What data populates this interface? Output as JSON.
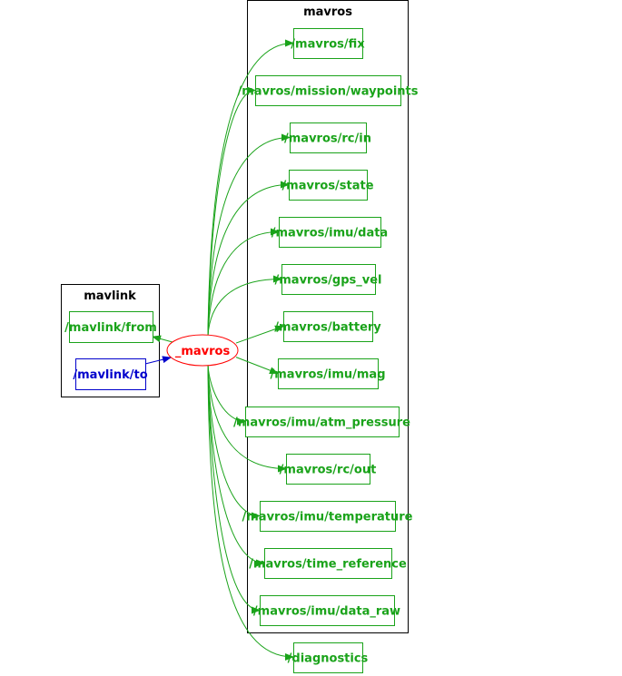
{
  "clusters": {
    "mavros": {
      "label": "mavros"
    },
    "mavlink": {
      "label": "mavlink"
    }
  },
  "node": {
    "label": "_mavros"
  },
  "mavlink_topics": [
    {
      "label": "/mavlink/from",
      "direction": "publish"
    },
    {
      "label": "/mavlink/to",
      "direction": "subscribe"
    }
  ],
  "mavros_topics": [
    {
      "label": "/mavros/fix"
    },
    {
      "label": "/mavros/mission/waypoints"
    },
    {
      "label": "/mavros/rc/in"
    },
    {
      "label": "/mavros/state"
    },
    {
      "label": "/mavros/imu/data"
    },
    {
      "label": "/mavros/gps_vel"
    },
    {
      "label": "/mavros/battery"
    },
    {
      "label": "/mavros/imu/mag"
    },
    {
      "label": "/mavros/imu/atm_pressure"
    },
    {
      "label": "/mavros/rc/out"
    },
    {
      "label": "/mavros/imu/temperature"
    },
    {
      "label": "/mavros/time_reference"
    },
    {
      "label": "/mavros/imu/data_raw"
    }
  ],
  "other_topics": [
    {
      "label": "/diagnostics"
    }
  ],
  "colors": {
    "publish": "#1aa31a",
    "subscribe": "#0000cc",
    "node": "#ff0000",
    "cluster": "#000000"
  }
}
